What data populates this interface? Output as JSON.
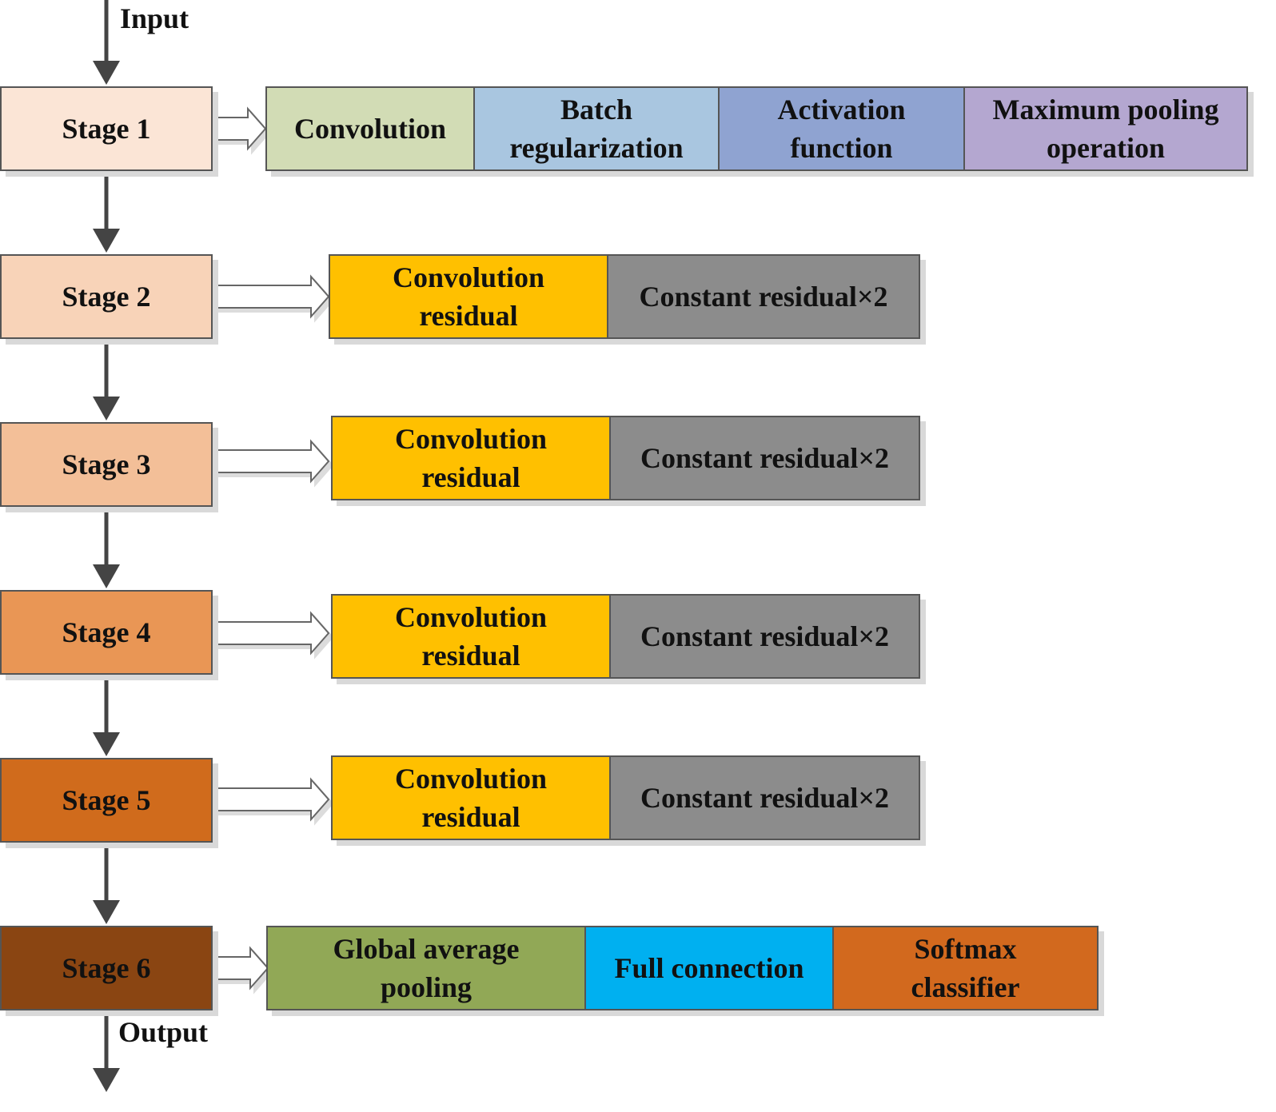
{
  "input_label": "Input",
  "output_label": "Output",
  "stages": [
    {
      "label": "Stage 1",
      "color": "#fbe5d6",
      "text_color": "#111111",
      "blocks": [
        {
          "text": "Convolution",
          "color": "#d2dcb5"
        },
        {
          "text": "Batch\nregularization",
          "color": "#a9c6e0"
        },
        {
          "text": "Activation\nfunction",
          "color": "#8fa3d1"
        },
        {
          "text": "Maximum pooling\noperation",
          "color": "#b4a7d0"
        }
      ]
    },
    {
      "label": "Stage 2",
      "color": "#f8d3b8",
      "text_color": "#111111",
      "blocks": [
        {
          "text": "Convolution\nresidual",
          "color": "#ffc000"
        },
        {
          "text": "Constant residual×2",
          "color": "#8c8c8c"
        }
      ]
    },
    {
      "label": "Stage 3",
      "color": "#f3bf98",
      "text_color": "#111111",
      "blocks": [
        {
          "text": "Convolution\nresidual",
          "color": "#ffc000"
        },
        {
          "text": "Constant residual×2",
          "color": "#8c8c8c"
        }
      ]
    },
    {
      "label": "Stage 4",
      "color": "#e99655",
      "text_color": "#111111",
      "blocks": [
        {
          "text": "Convolution\nresidual",
          "color": "#ffc000"
        },
        {
          "text": "Constant residual×2",
          "color": "#8c8c8c"
        }
      ]
    },
    {
      "label": "Stage 5",
      "color": "#d06b1c",
      "text_color": "#111111",
      "blocks": [
        {
          "text": "Convolution\nresidual",
          "color": "#ffc000"
        },
        {
          "text": "Constant residual×2",
          "color": "#8c8c8c"
        }
      ]
    },
    {
      "label": "Stage 6",
      "color": "#8a4512",
      "text_color": "#111111",
      "blocks": [
        {
          "text": "Global average\npooling",
          "color": "#91a856"
        },
        {
          "text": "Full connection",
          "color": "#00b0f0"
        },
        {
          "text": "Softmax\nclassifier",
          "color": "#d2691e"
        }
      ]
    }
  ]
}
